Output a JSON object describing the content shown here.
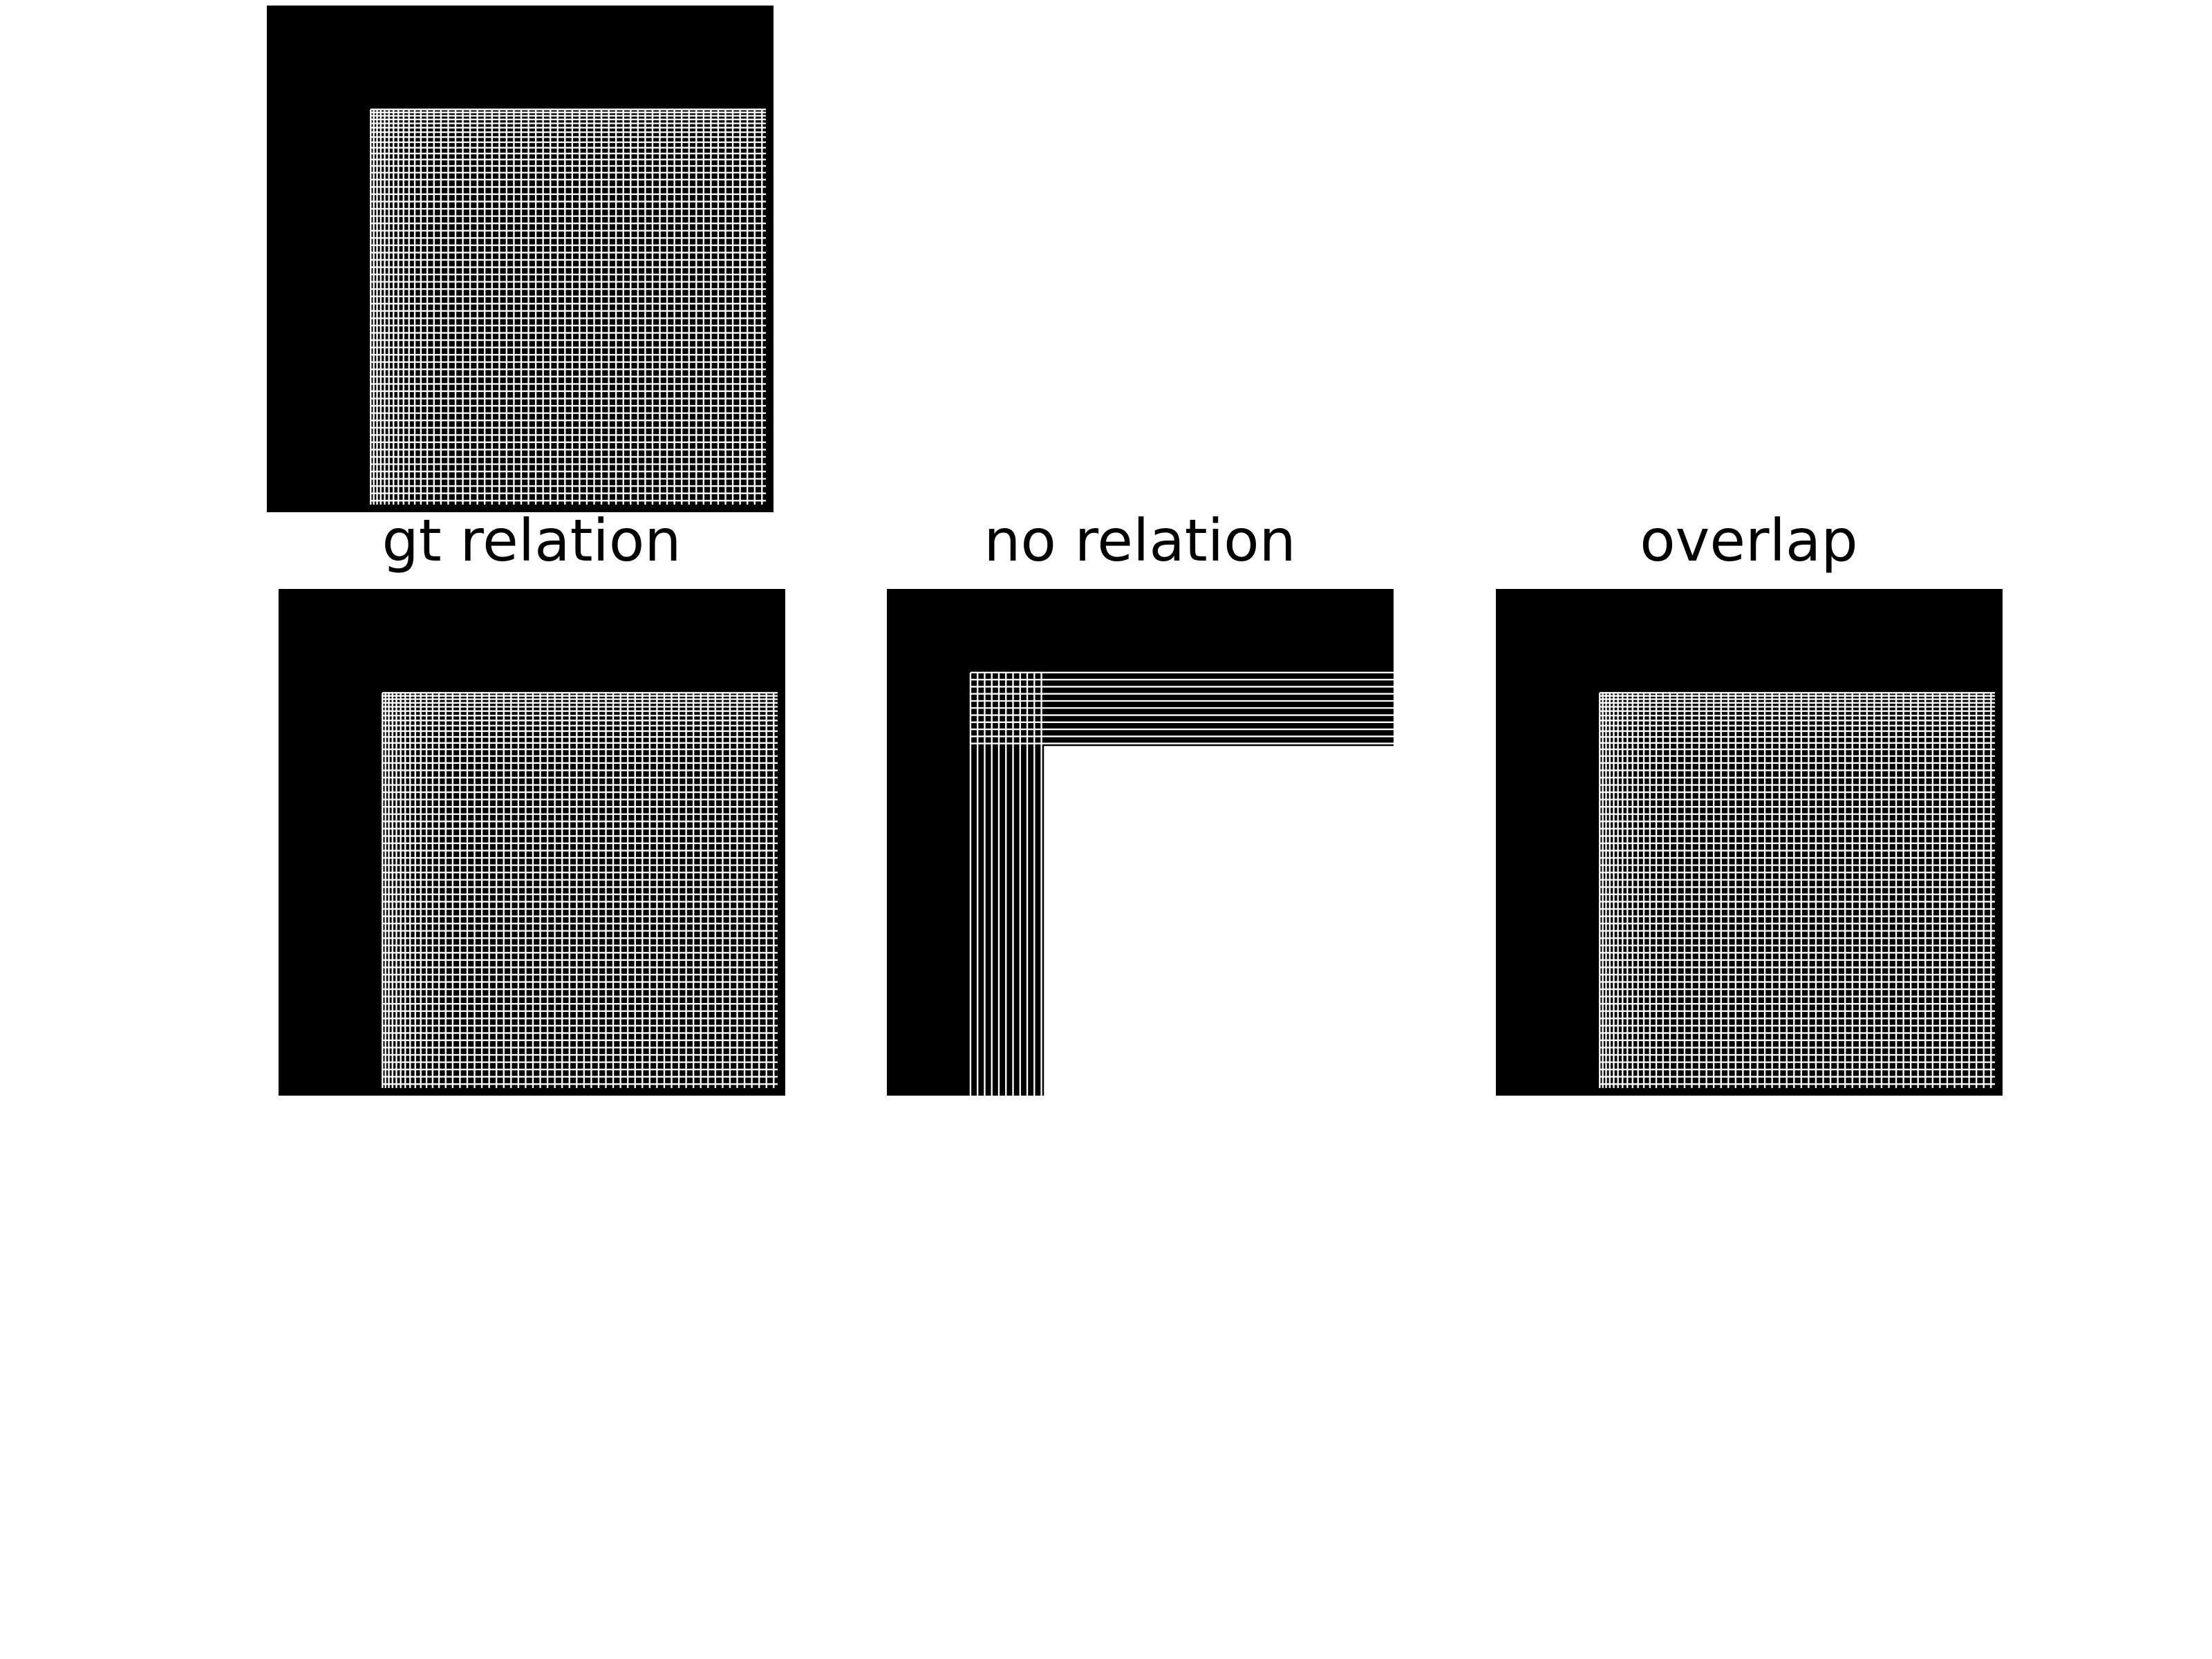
{
  "panels": [
    {
      "id": "input",
      "title": "",
      "pattern": "dense-grid"
    },
    {
      "id": "gt",
      "title": "gt relation",
      "pattern": "dense-grid"
    },
    {
      "id": "no",
      "title": "no relation",
      "pattern": "sparse-lines"
    },
    {
      "id": "ov",
      "title": "overlap",
      "pattern": "dense-grid"
    }
  ],
  "colors": {
    "background": "#ffffff",
    "block": "#000000",
    "line": "#ffffff"
  }
}
